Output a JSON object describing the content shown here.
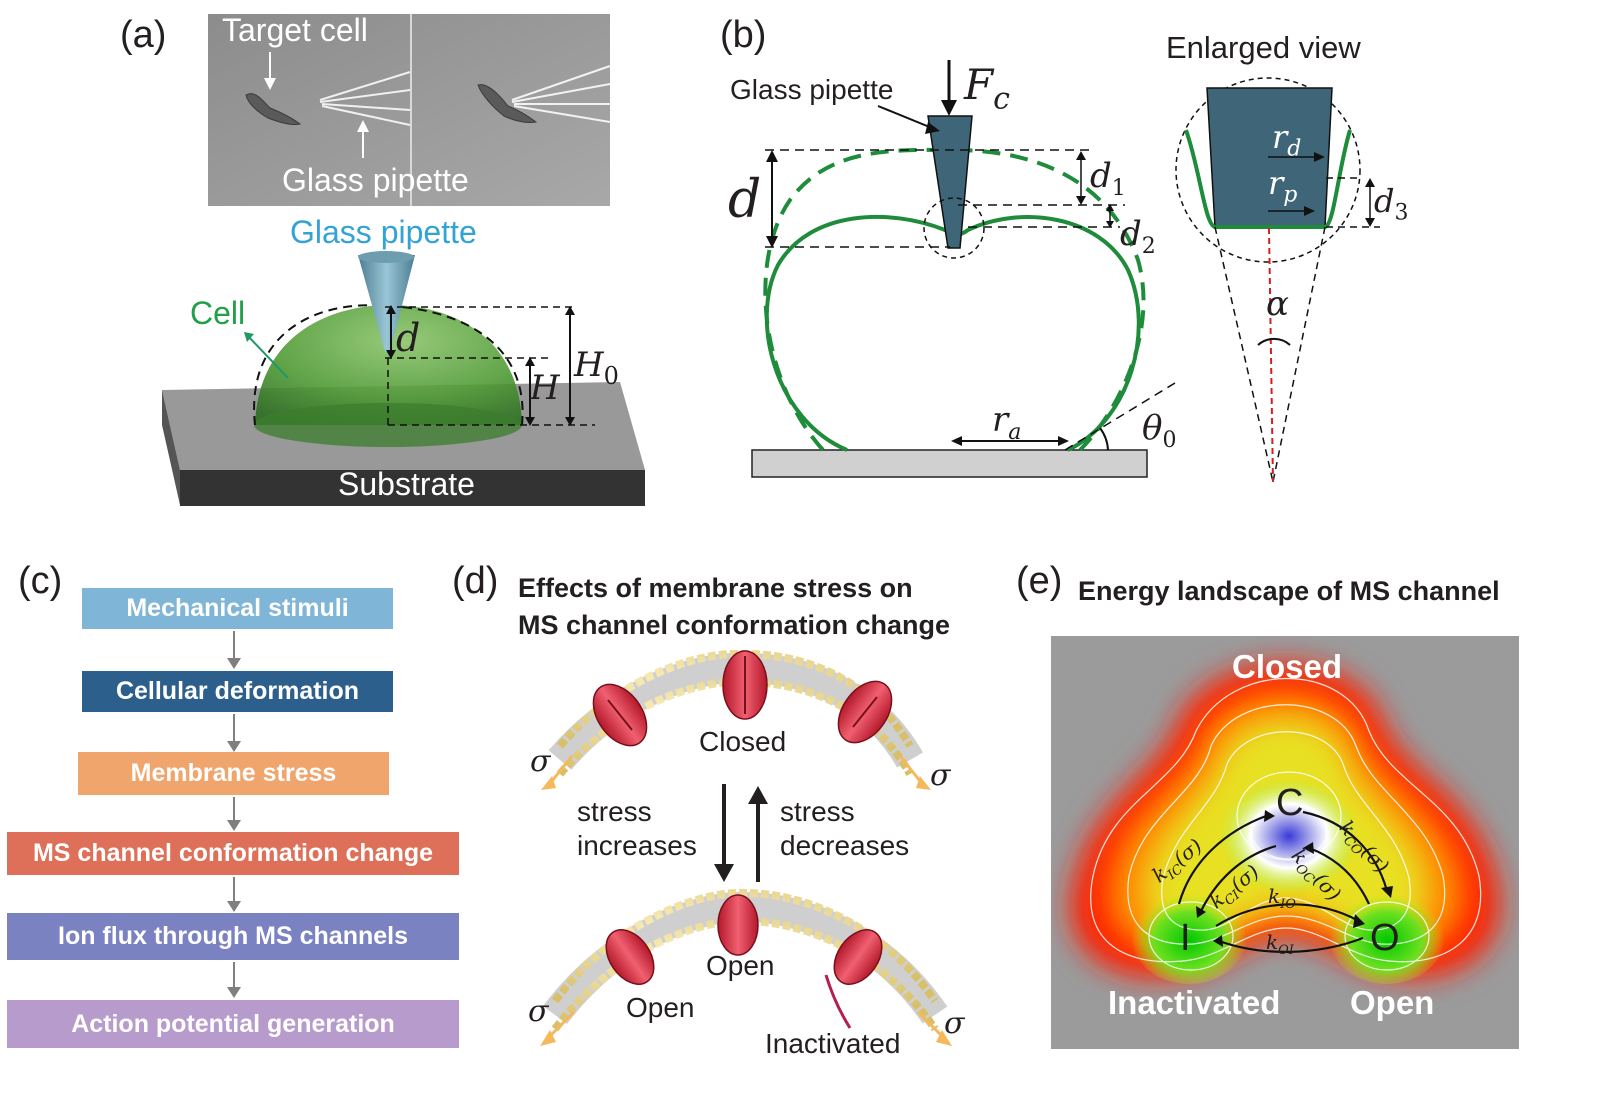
{
  "panel_a": {
    "label": "(a)",
    "micrograph": {
      "target_cell": "Target cell",
      "pipette": "Glass pipette"
    },
    "pipette_label": "Glass pipette",
    "cell_label": "Cell",
    "substrate_label": "Substrate",
    "d_symbol": "d",
    "h_symbol": "H",
    "h0_symbol": "H",
    "h0_subscript": "0"
  },
  "panel_b": {
    "label": "(b)",
    "pipette_label": "Glass pipette",
    "force_symbol": "F",
    "force_subscript": "c",
    "d_symbol": "d",
    "d1": "d",
    "d1_sub": "1",
    "d2": "d",
    "d2_sub": "2",
    "d3": "d",
    "d3_sub": "3",
    "ra": "r",
    "ra_sub": "a",
    "theta": "θ",
    "theta_sub": "0",
    "enlarged_title": "Enlarged view",
    "rd": "r",
    "rd_sub": "d",
    "rp": "r",
    "rp_sub": "p",
    "alpha": "α"
  },
  "panel_c": {
    "label": "(c)",
    "steps": [
      {
        "label": "Mechanical stimuli",
        "color": "#7fb5d6"
      },
      {
        "label": "Cellular deformation",
        "color": "#2d5f8c"
      },
      {
        "label": "Membrane stress",
        "color": "#f0a56c"
      },
      {
        "label": "MS channel conformation change",
        "color": "#de7059"
      },
      {
        "label": "Ion flux through MS channels",
        "color": "#7b82c2"
      },
      {
        "label": "Action potential generation",
        "color": "#b79bcc"
      }
    ]
  },
  "panel_d": {
    "label": "(d)",
    "title_line1": "Effects of membrane stress on",
    "title_line2": "MS channel conformation change",
    "closed_label": "Closed",
    "increase_line1": "stress",
    "increase_line2": "increases",
    "decrease_line1": "stress",
    "decrease_line2": "decreases",
    "open_label_center": "Open",
    "open_label_left": "Open",
    "inactivated_label": "Inactivated",
    "sigma": "σ"
  },
  "panel_e": {
    "label": "(e)",
    "title": "Energy landscape of MS channel",
    "closed": "Closed",
    "inactivated": "Inactivated",
    "open": "Open",
    "state_c": "C",
    "state_i": "I",
    "state_o": "O",
    "k_ic": "k",
    "k_ic_sub": "IC",
    "k_ic_arg": "(σ)",
    "k_ci": "k",
    "k_ci_sub": "CI",
    "k_ci_arg": "(σ)",
    "k_co": "k",
    "k_co_sub": "CO",
    "k_co_arg": "(σ)",
    "k_oc": "k",
    "k_oc_sub": "OC",
    "k_oc_arg": "(σ)",
    "k_io": "k",
    "k_io_sub": "IO",
    "k_oi": "k",
    "k_oi_sub": "OI"
  },
  "colors": {
    "cell_green": "#1e8c3a",
    "pipette_fill": "#3f6678",
    "pipette_light": "#6fa7bc",
    "glass_label": "#33a3d6",
    "cell_label": "#21a04a"
  }
}
